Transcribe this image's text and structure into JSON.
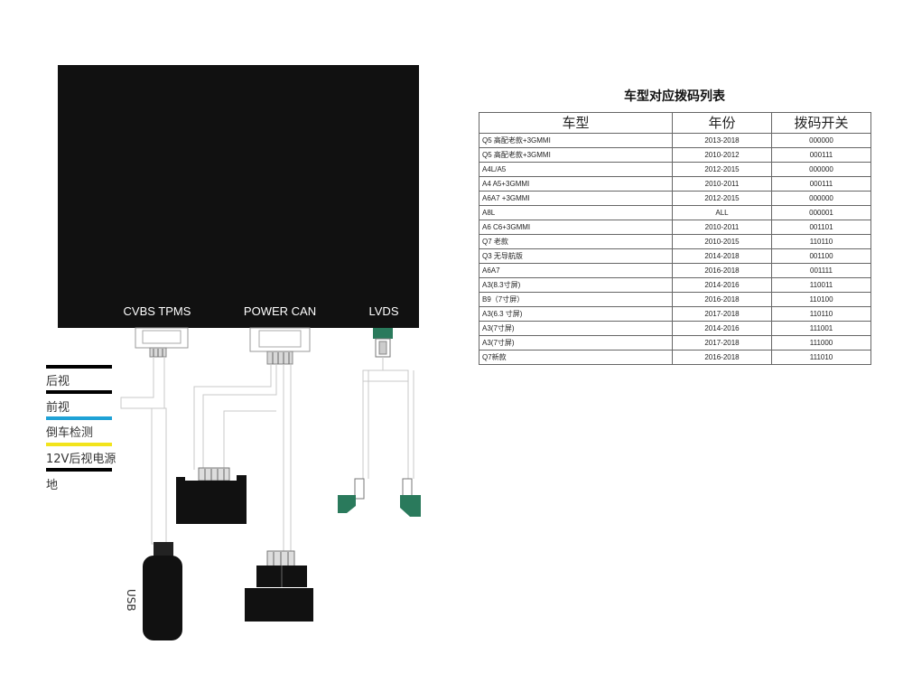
{
  "ports": {
    "cvbs_tpms": "CVBS TPMS",
    "power_can": "POWER CAN",
    "lvds": "LVDS"
  },
  "wires": {
    "rear_view": "后视",
    "front_view": "前视",
    "reverse_detect": "倒车检测",
    "rear_view_12v": "12V后视电源",
    "ground": "地",
    "usb": "USB"
  },
  "wire_colors": {
    "rear_view": "#000000",
    "front_view": "#000000",
    "reverse_detect": "#1fa2d6",
    "rear_view_12v": "#f2e41c",
    "ground": "#000000"
  },
  "table": {
    "title": "车型对应拨码列表",
    "headers": [
      "车型",
      "年份",
      "拨码开关"
    ],
    "rows": [
      [
        "Q5 高配老款+3GMMI",
        "2013-2018",
        "000000"
      ],
      [
        "Q5 高配老款+3GMMI",
        "2010-2012",
        "000111"
      ],
      [
        "A4L/A5",
        "2012-2015",
        "000000"
      ],
      [
        "A4 A5+3GMMI",
        "2010-2011",
        "000111"
      ],
      [
        "A6A7 +3GMMI",
        "2012-2015",
        "000000"
      ],
      [
        "A8L",
        "ALL",
        "000001"
      ],
      [
        "A6 C6+3GMMI",
        "2010-2011",
        "001101"
      ],
      [
        "Q7 老款",
        "2010-2015",
        "110110"
      ],
      [
        "Q3 无导航版",
        "2014-2018",
        "001100"
      ],
      [
        "A6A7",
        "2016-2018",
        "001111"
      ],
      [
        "A3(8.3寸屏)",
        "2014-2016",
        "110011"
      ],
      [
        "B9（7寸屏）",
        "2016-2018",
        "110100"
      ],
      [
        "A3(6.3 寸屏)",
        "2017-2018",
        "110110"
      ],
      [
        "A3(7寸屏)",
        "2014-2016",
        "111001"
      ],
      [
        "A3(7寸屏)",
        "2017-2018",
        "111000"
      ],
      [
        "Q7新款",
        "2016-2018",
        "111010"
      ]
    ]
  }
}
